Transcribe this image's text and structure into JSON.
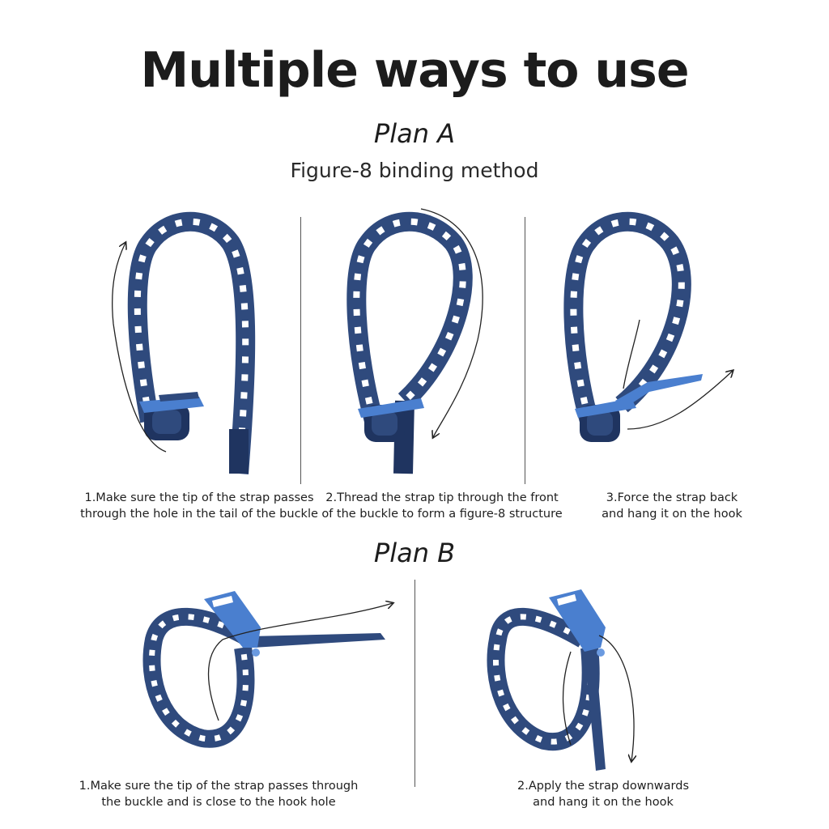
{
  "header": {
    "title": "Multiple ways to use"
  },
  "plan_a": {
    "heading": "Plan A",
    "subtitle": "Figure-8 binding method",
    "steps": [
      {
        "line1": "1.Make sure the tip of the strap passes",
        "line2": "through the hole in the tail of the buckle"
      },
      {
        "line1": "2.Thread the strap tip through the front",
        "line2": "of the buckle to form a figure-8 structure"
      },
      {
        "line1": "3.Force the strap back",
        "line2": "and hang it on the hook"
      }
    ]
  },
  "plan_b": {
    "heading": "Plan B",
    "steps": [
      {
        "line1": "1.Make sure the tip of the strap passes through",
        "line2": "the buckle and is close to the hook hole"
      },
      {
        "line1": "2.Apply the strap downwards",
        "line2": "and hang it on the hook"
      }
    ]
  },
  "colors": {
    "strap": "#2f4a7d",
    "strap_dark": "#1f3460",
    "buckle": "#4a7fcf",
    "buckle_light": "#6b9ae0",
    "arrow": "#222222"
  },
  "icons": [
    "strap-illustration",
    "arrow-icon"
  ]
}
